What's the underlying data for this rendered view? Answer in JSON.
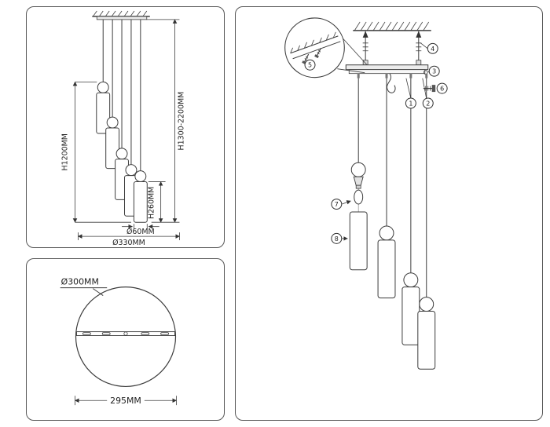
{
  "dimension_panel": {
    "pendant_drop": "H1200MM",
    "overall_height": "H1300-2200MM",
    "shade_height": "H260MM",
    "shade_diameter": "Ø60MM",
    "cluster_diameter": "Ø330MM"
  },
  "top_view_panel": {
    "canopy_diameter": "Ø300MM",
    "bracket_width": "295MM"
  },
  "assembly_panel": {
    "callouts": [
      "1",
      "2",
      "3",
      "4",
      "5",
      "6",
      "7",
      "8"
    ]
  }
}
